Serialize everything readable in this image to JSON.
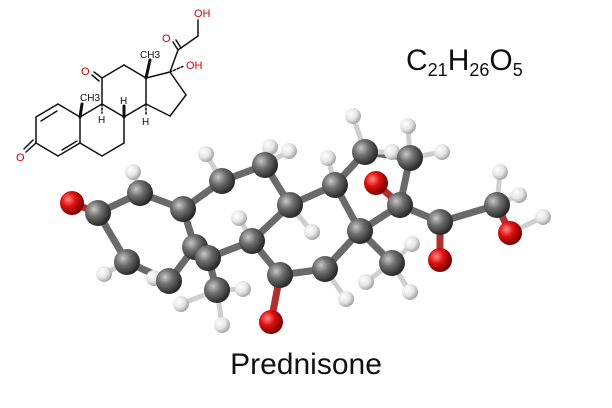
{
  "compound": {
    "name": "Prednisone",
    "formula": {
      "c_symbol": "C",
      "c_count": "21",
      "h_symbol": "H",
      "h_count": "26",
      "o_symbol": "O",
      "o_count": "5"
    }
  },
  "skeletal_labels": {
    "oh_top": "OH",
    "oh_side": "OH",
    "ketone_o_top": "O",
    "ketone_o_c11": "O",
    "ketone_o_c3": "O",
    "methyl_c13": "CH3",
    "methyl_c10": "CH3",
    "h_c9": "H",
    "h_c8": "H",
    "h_c14": "H"
  },
  "colors": {
    "carbon": "#5a5a5a",
    "hydrogen": "#e8e8e8",
    "oxygen": "#cc1111",
    "bond_line": "#111111",
    "hetero_text": "#d40000"
  }
}
